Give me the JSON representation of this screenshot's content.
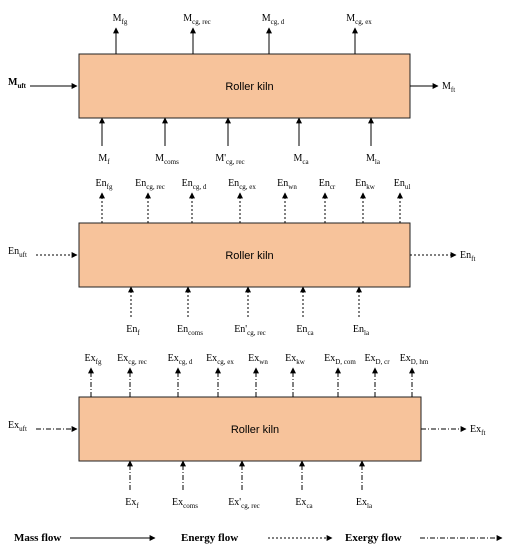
{
  "panels": [
    {
      "box_label": "Roller kiln",
      "style": "solid",
      "outputs": [
        {
          "main": "M",
          "sub": "fg"
        },
        {
          "main": "M",
          "sub": "cg, rec"
        },
        {
          "main": "M",
          "sub": "cg, d"
        },
        {
          "main": "M",
          "sub": "cg, ex"
        }
      ],
      "inputs": [
        {
          "main": "M",
          "sub": "f"
        },
        {
          "main": "M",
          "sub": "coms"
        },
        {
          "main": "M'",
          "sub": "cg, rec"
        },
        {
          "main": "M",
          "sub": "ca"
        },
        {
          "main": "M",
          "sub": "la"
        }
      ],
      "left_in": {
        "main": "M",
        "sub": "uft",
        "bold": true
      },
      "right_out": {
        "main": "M",
        "sub": "ft"
      }
    },
    {
      "box_label": "Roller kiln",
      "style": "dashed",
      "outputs": [
        {
          "main": "En",
          "sub": "fg"
        },
        {
          "main": "En",
          "sub": "cg, rec"
        },
        {
          "main": "En",
          "sub": "cg, d"
        },
        {
          "main": "En",
          "sub": "cg, ex"
        },
        {
          "main": "En",
          "sub": "wn"
        },
        {
          "main": "En",
          "sub": "cr"
        },
        {
          "main": "En",
          "sub": "kw"
        },
        {
          "main": "En",
          "sub": "ul"
        }
      ],
      "inputs": [
        {
          "main": "En",
          "sub": "f"
        },
        {
          "main": "En",
          "sub": "coms"
        },
        {
          "main": "En'",
          "sub": "cg, rec"
        },
        {
          "main": "En",
          "sub": "ca"
        },
        {
          "main": "En",
          "sub": "la"
        }
      ],
      "left_in": {
        "main": "En",
        "sub": "uft"
      },
      "right_out": {
        "main": "En",
        "sub": "ft"
      }
    },
    {
      "box_label": "Roller kiln",
      "style": "dashdot",
      "outputs": [
        {
          "main": "Ex",
          "sub": "fg"
        },
        {
          "main": "Ex",
          "sub": "cg, rec"
        },
        {
          "main": "Ex",
          "sub": "cg, d"
        },
        {
          "main": "Ex",
          "sub": "cg, ex"
        },
        {
          "main": "Ex",
          "sub": "wn"
        },
        {
          "main": "Ex",
          "sub": "kw"
        },
        {
          "main": "Ex",
          "sub": "D, com"
        },
        {
          "main": "Ex",
          "sub": "D, cr"
        },
        {
          "main": "Ex",
          "sub": "D, hm"
        }
      ],
      "inputs": [
        {
          "main": "Ex",
          "sub": "f"
        },
        {
          "main": "Ex",
          "sub": "coms"
        },
        {
          "main": "Ex'",
          "sub": "cg, rec"
        },
        {
          "main": "Ex",
          "sub": "ca"
        },
        {
          "main": "Ex",
          "sub": "la"
        }
      ],
      "left_in": {
        "main": "Ex",
        "sub": "uft"
      },
      "right_out": {
        "main": "Ex",
        "sub": "ft"
      }
    }
  ],
  "legend": [
    {
      "label": "Mass flow",
      "style": "solid"
    },
    {
      "label": "Energy flow",
      "style": "dashed"
    },
    {
      "label": "Exergy flow",
      "style": "dashdot"
    }
  ],
  "colors": {
    "box_fill": "#f7c39b",
    "stroke": "#000000"
  }
}
